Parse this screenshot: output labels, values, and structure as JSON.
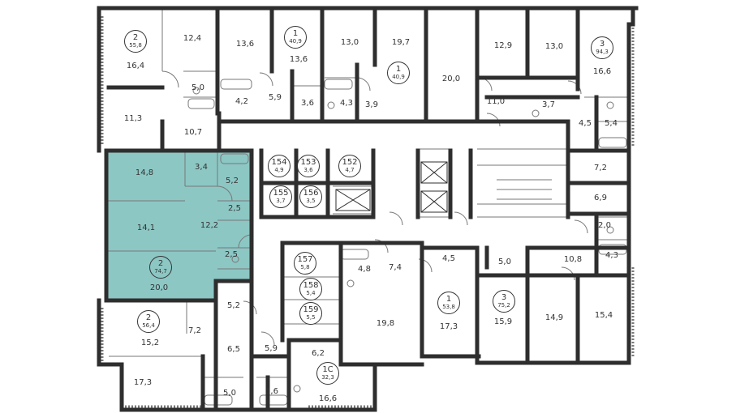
{
  "colors": {
    "wall": "#2e2e2e",
    "thin": "#777777",
    "selected_fill": "#8cc7c4",
    "selected_stroke": "#2b9a97",
    "bg": "#ffffff"
  },
  "selected_apartment": {
    "rooms": "2",
    "total_area": "74,7"
  },
  "badges": [
    {
      "id": "apt-55-8",
      "rooms": "2",
      "area": "55,8"
    },
    {
      "id": "apt-40-9-top",
      "rooms": "1",
      "area": "40,9"
    },
    {
      "id": "apt-40-9-mid",
      "rooms": "1",
      "area": "40,9"
    },
    {
      "id": "apt-94-3",
      "rooms": "3",
      "area": "94,3"
    },
    {
      "id": "storage-154",
      "rooms": "154",
      "area": "4,9"
    },
    {
      "id": "storage-153",
      "rooms": "153",
      "area": "3,6"
    },
    {
      "id": "storage-152",
      "rooms": "152",
      "area": "4,7"
    },
    {
      "id": "storage-155",
      "rooms": "155",
      "area": "3,7"
    },
    {
      "id": "storage-156",
      "rooms": "156",
      "area": "3,5"
    },
    {
      "id": "storage-157",
      "rooms": "157",
      "area": "5,8"
    },
    {
      "id": "storage-158",
      "rooms": "158",
      "area": "5,4"
    },
    {
      "id": "storage-159",
      "rooms": "159",
      "area": "5,5"
    },
    {
      "id": "apt-53-8",
      "rooms": "1",
      "area": "53,8"
    },
    {
      "id": "apt-75-2",
      "rooms": "3",
      "area": "75,2"
    },
    {
      "id": "apt-56-4",
      "rooms": "2",
      "area": "56,4"
    },
    {
      "id": "apt-32-3",
      "rooms": "1С",
      "area": "32,3"
    }
  ],
  "room_labels": [
    "16,4",
    "12,4",
    "13,6",
    "13,6",
    "13,0",
    "19,7",
    "20,0",
    "12,9",
    "13,0",
    "16,6",
    "5,0",
    "4,2",
    "5,9",
    "3,6",
    "4,3",
    "3,9",
    "11,0",
    "3,7",
    "4,5",
    "5,4",
    "11,3",
    "10,7",
    "7,2",
    "6,9",
    "2,0",
    "4,3",
    "14,8",
    "3,4",
    "5,2",
    "2,5",
    "14,1",
    "12,2",
    "2,5",
    "20,0",
    "4,8",
    "7,4",
    "4,5",
    "5,0",
    "10,8",
    "19,8",
    "17,3",
    "15,9",
    "14,9",
    "15,4",
    "5,2",
    "7,2",
    "15,2",
    "6,5",
    "5,9",
    "6,2",
    "17,3",
    "5,0",
    "3,6",
    "16,6"
  ]
}
